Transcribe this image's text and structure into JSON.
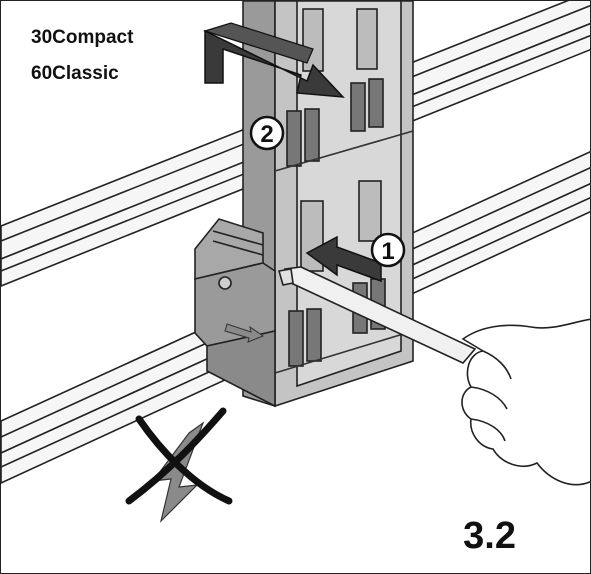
{
  "labels": {
    "model_1": "30Compact",
    "model_2": "60Classic",
    "step_number": "3.2",
    "callout_1": "1",
    "callout_2": "2"
  },
  "colors": {
    "module_face": "#bdbdbd",
    "module_side": "#9a9a9a",
    "module_dark": "#6e6e6e",
    "rail": "#f4f4f4",
    "arrow": "#3a3a3a",
    "crossed_arrow": "#8a8a8a"
  }
}
